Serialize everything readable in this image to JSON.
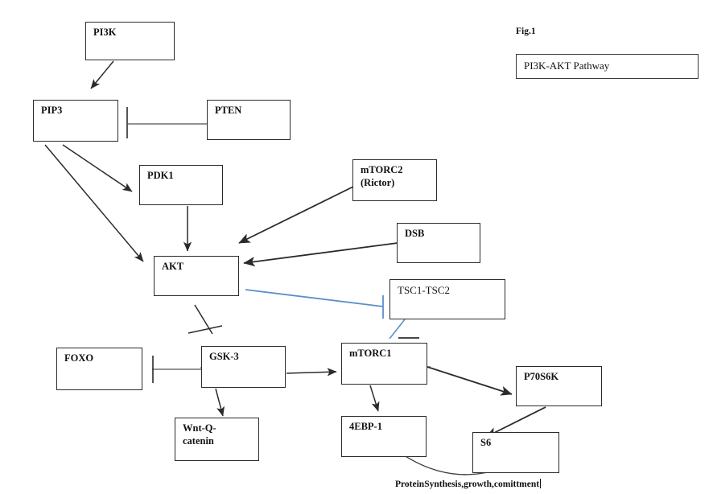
{
  "figure": {
    "fig_label": "Fig.1",
    "title": "PI3K-AKT Pathway"
  },
  "nodes": {
    "pi3k": "PI3K",
    "pip3": "PIP3",
    "pten": "PTEN",
    "pdk1": "PDK1",
    "mtorc2": "mTORC2\n(Rictor)",
    "dsb": "DSB",
    "akt": "AKT",
    "tsc": "TSC1-TSC2",
    "foxo": "FOXO",
    "gsk3": "GSK-3",
    "mtorc1": "mTORC1",
    "p70s6k": "P70S6K",
    "wnt": "Wnt-Q-\ncatenin",
    "ebp1": "4EBP-1",
    "s6": "S6"
  },
  "outcome": {
    "label": "ProteinSynthesis,growth,comittment"
  },
  "colors": {
    "stroke_black": "#2b2b2b",
    "stroke_blue": "#5b8fc9",
    "box_border": "#2b2b2b",
    "background": "#ffffff",
    "text": "#111111"
  },
  "edges": [
    {
      "from": "pi3k",
      "to": "pip3",
      "kind": "activation",
      "color": "#2b2b2b"
    },
    {
      "from": "pten",
      "to": "pip3",
      "kind": "inhibition",
      "color": "#6e6e6e"
    },
    {
      "from": "pip3",
      "to": "pdk1",
      "kind": "activation",
      "color": "#2b2b2b"
    },
    {
      "from": "pip3",
      "to": "akt",
      "kind": "activation",
      "color": "#2b2b2b"
    },
    {
      "from": "pdk1",
      "to": "akt",
      "kind": "activation",
      "color": "#2b2b2b"
    },
    {
      "from": "mtorc2",
      "to": "akt",
      "kind": "activation",
      "color": "#2b2b2b"
    },
    {
      "from": "dsb",
      "to": "akt",
      "kind": "activation",
      "color": "#2b2b2b"
    },
    {
      "from": "akt",
      "to": "tsc",
      "kind": "inhibition",
      "color": "#5b8fc9"
    },
    {
      "from": "akt",
      "to": "gsk3",
      "kind": "inhibition",
      "color": "#2b2b2b"
    },
    {
      "from": "tsc",
      "to": "mtorc1",
      "kind": "inhibition",
      "color": "#5b8fc9"
    },
    {
      "from": "foxo",
      "to": "gsk3",
      "kind": "inhibition",
      "color": "#6e6e6e"
    },
    {
      "from": "gsk3",
      "to": "mtorc1",
      "kind": "activation",
      "color": "#2b2b2b"
    },
    {
      "from": "gsk3",
      "to": "wnt",
      "kind": "activation",
      "color": "#2b2b2b"
    },
    {
      "from": "mtorc1",
      "to": "ebp1",
      "kind": "activation",
      "color": "#2b2b2b"
    },
    {
      "from": "mtorc1",
      "to": "p70s6k",
      "kind": "activation",
      "color": "#2b2b2b"
    },
    {
      "from": "p70s6k",
      "to": "s6",
      "kind": "activation",
      "color": "#2b2b2b"
    },
    {
      "from": "ebp1",
      "to": "outcome",
      "kind": "curve",
      "color": "#3a3a3a"
    },
    {
      "from": "s6",
      "to": "outcome",
      "kind": "curve",
      "color": "#3a3a3a"
    }
  ]
}
